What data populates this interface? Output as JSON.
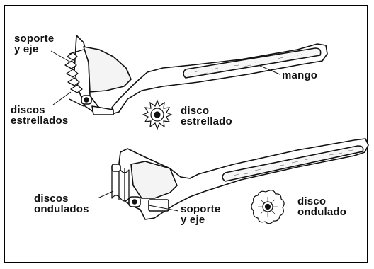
{
  "labels": {
    "soporte_eje_top": [
      "soporte",
      "y eje"
    ],
    "discos_estrellados": [
      "discos",
      "estrellados"
    ],
    "mango": "mango",
    "disco_estrellado": [
      "disco",
      "estrellado"
    ],
    "discos_ondulados": [
      "discos",
      "ondulados"
    ],
    "soporte_eje_bottom": [
      "soporte",
      "y eje"
    ],
    "disco_ondulado": [
      "disco",
      "ondulado"
    ]
  },
  "colors": {
    "ink": "#111111",
    "background": "#ffffff"
  }
}
